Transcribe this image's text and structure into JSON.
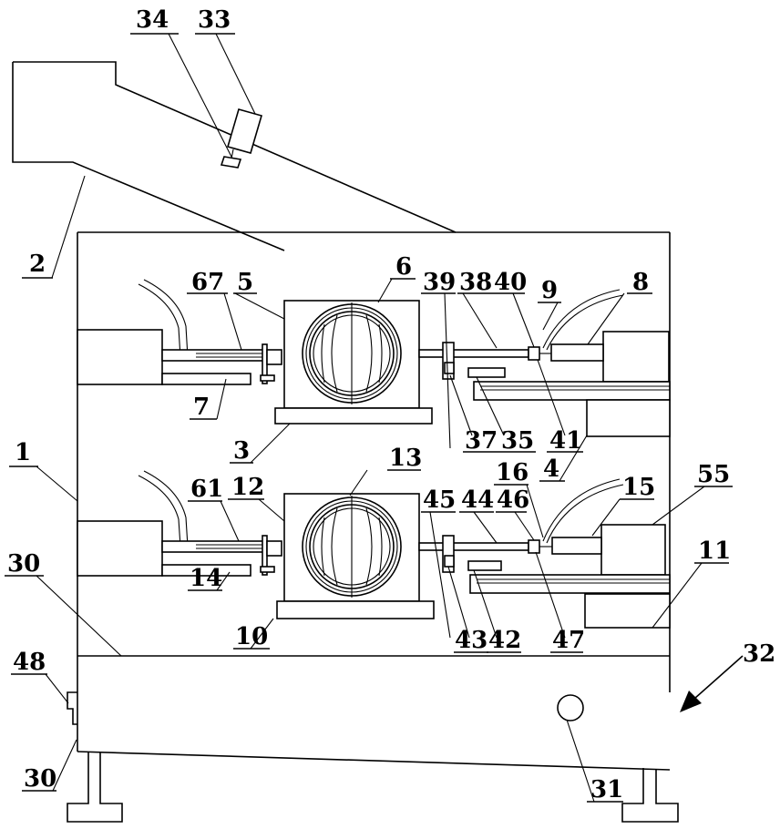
{
  "labels": {
    "l1": "1",
    "l2": "2",
    "l3": "3",
    "l4": "4",
    "l5": "5",
    "l6": "6",
    "l7": "7",
    "l8": "8",
    "l9": "9",
    "l10": "10",
    "l11": "11",
    "l12": "12",
    "l13": "13",
    "l14": "14",
    "l15": "15",
    "l16": "16",
    "l30a": "30",
    "l30b": "30",
    "l31": "31",
    "l32": "32",
    "l33": "33",
    "l34": "34",
    "l35": "35",
    "l37": "37",
    "l38": "38",
    "l39": "39",
    "l40": "40",
    "l41": "41",
    "l42": "42",
    "l43": "43",
    "l44": "44",
    "l45": "45",
    "l46": "46",
    "l47": "47",
    "l48": "48",
    "l55": "55",
    "l61": "61",
    "l67": "67"
  }
}
